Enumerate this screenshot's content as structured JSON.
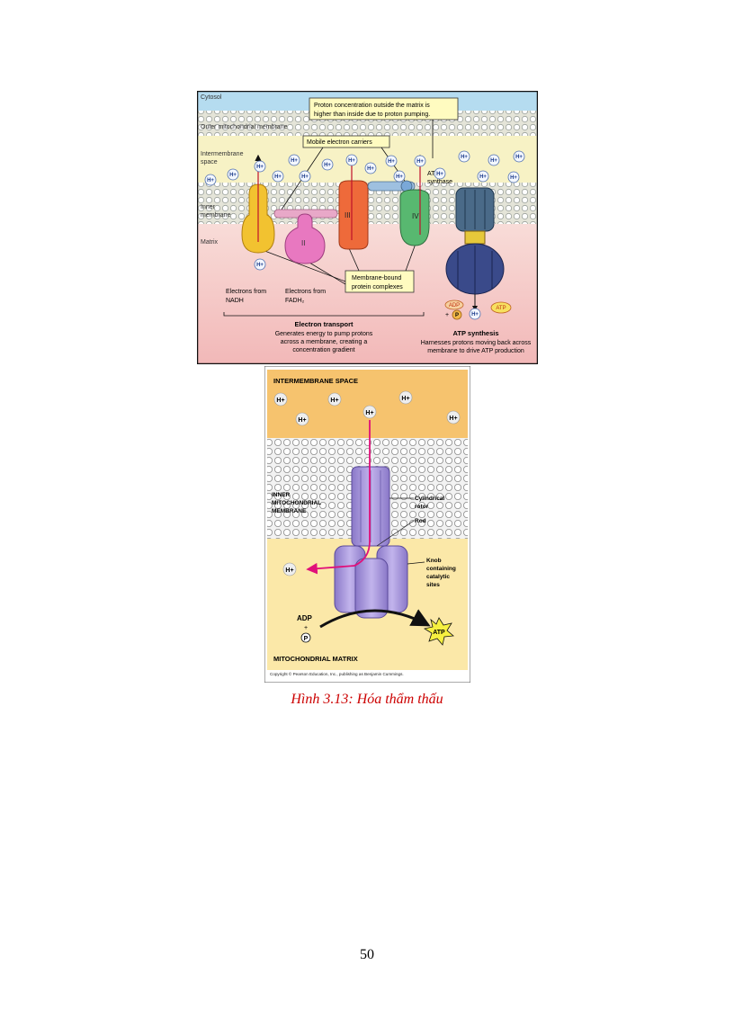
{
  "figure_top": {
    "regions": {
      "cytosol": "Cytosol",
      "outer_membrane": "Outer mitochondrial membrane",
      "intermembrane_1": "Intermembrane",
      "intermembrane_2": "space",
      "inner_1": "Inner",
      "inner_2": "membrane",
      "matrix": "Matrix"
    },
    "callouts": {
      "proton_line1": "Proton concentration outside the matrix is",
      "proton_line2": "higher than inside due to proton pumping.",
      "mobile": "Mobile electron carriers",
      "bound_line1": "Membrane-bound",
      "bound_line2": "protein complexes"
    },
    "complex_labels": {
      "II": "II",
      "III": "III",
      "IV": "IV"
    },
    "atp_synthase_1": "ATP",
    "atp_synthase_2": "synthase",
    "proton_label": "H+",
    "electrons_nadh_1": "Electrons from",
    "electrons_nadh_2": "NADH",
    "electrons_fadh_1": "Electrons from",
    "electrons_fadh_2": "FADH₂",
    "adp": "ADP",
    "pi": "P",
    "atp": "ATP",
    "electron_transport": {
      "title": "Electron transport",
      "line1": "Generates energy to pump protons",
      "line2": "across a membrane, creating a",
      "line3": "concentration gradient"
    },
    "atp_synthesis": {
      "title": "ATP synthesis",
      "line1": "Harnesses protons moving back across",
      "line2": "membrane to drive ATP production"
    }
  },
  "figure_bottom": {
    "intermembrane_space": "INTERMEMBRANE SPACE",
    "proton_label": "H+",
    "membrane_1": "INNER",
    "membrane_2": "MITOCHONDRIAL",
    "membrane_3": "MEMBRANE",
    "rotor_1": "Cylindrical",
    "rotor_2": "rotor",
    "rod": "Rod",
    "knob_1": "Knob",
    "knob_2": "containing",
    "knob_3": "catalytic",
    "knob_4": "sites",
    "adp": "ADP",
    "plus": "+",
    "pi": "P",
    "atp": "ATP",
    "matrix": "MITOCHONDRIAL MATRIX",
    "copyright": "Copyright © Pearson Education, Inc., publishing as Benjamin Cummings."
  },
  "caption": "Hình 3.13: Hóa thẩm thấu",
  "page_number": "50",
  "colors": {
    "caption": "#cc0000",
    "cytosol": "#b5dcf0",
    "intermembrane_top": "#f7f2c5",
    "matrix_top": "#f6d2d0",
    "intermembrane_bottom": "#f6c36e",
    "matrix_bottom": "#fbe8a8",
    "synthase": "#a898d8"
  }
}
